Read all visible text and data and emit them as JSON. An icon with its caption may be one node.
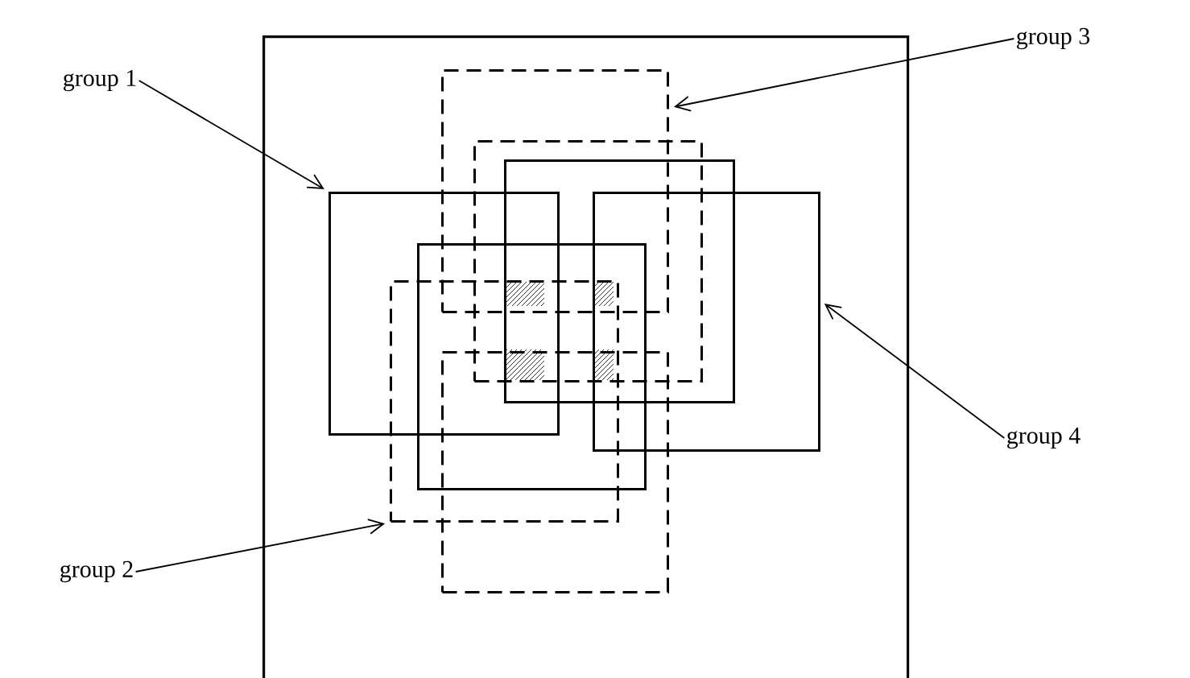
{
  "diagram": {
    "nodes": [
      {
        "text": [],
        "shape": "box"
      },
      {
        "text": [],
        "shape": "box",
        "in": 0
      },
      {
        "text": [],
        "shape": "box",
        "in": 0
      },
      {
        "text": [],
        "shape": "box",
        "in": 0
      },
      {
        "text": [],
        "shape": "box",
        "in": 0
      },
      {
        "text": [],
        "shape": "box",
        "in": 0
      },
      {
        "text": [],
        "shape": "box",
        "in": 0
      },
      {
        "text": [],
        "shape": "box",
        "in": 0
      },
      {
        "text": [],
        "shape": "box",
        "in": 0
      },
      {
        "text": [
          "group 3"
        ]
      },
      {
        "text": [
          "group 1"
        ]
      },
      {
        "text": [
          "group 4"
        ]
      },
      {
        "text": [
          "group 2"
        ]
      }
    ],
    "edges": [
      {
        "from": 9,
        "to": 5,
        "arrow": "to"
      },
      {
        "from": 10,
        "to": 1,
        "arrow": "to"
      },
      {
        "from": 11,
        "to": 4,
        "arrow": "to"
      },
      {
        "from": 12,
        "to": 8,
        "arrow": "to"
      }
    ]
  }
}
